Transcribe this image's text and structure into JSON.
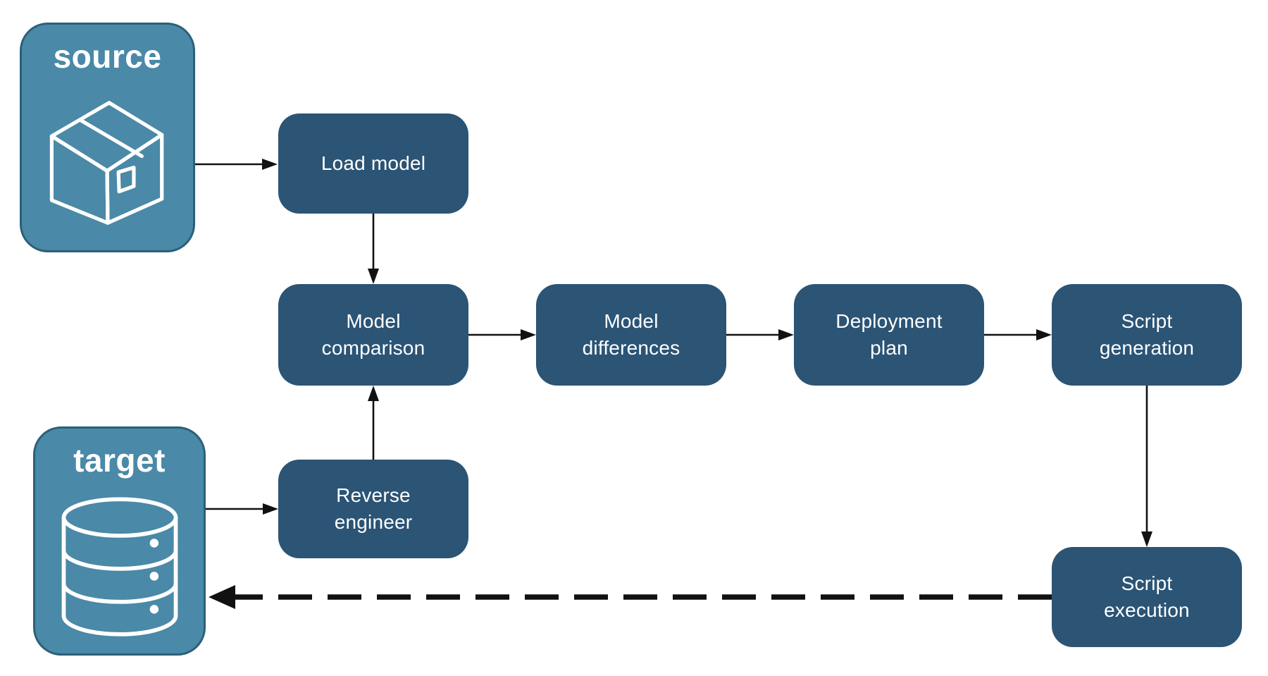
{
  "diagram": {
    "endpoints": [
      {
        "id": "source",
        "label": "source",
        "icon": "package-box-icon"
      },
      {
        "id": "target",
        "label": "target",
        "icon": "database-icon"
      }
    ],
    "nodes": [
      {
        "id": "load-model",
        "label": "Load model"
      },
      {
        "id": "model-comparison",
        "label": "Model comparison"
      },
      {
        "id": "model-differences",
        "label": "Model differences"
      },
      {
        "id": "deployment-plan",
        "label": "Deployment plan"
      },
      {
        "id": "script-generation",
        "label": "Script generation"
      },
      {
        "id": "reverse-engineer",
        "label": "Reverse engineer"
      },
      {
        "id": "script-execution",
        "label": "Script execution"
      }
    ],
    "edges": [
      {
        "from": "source",
        "to": "load-model",
        "style": "solid"
      },
      {
        "from": "load-model",
        "to": "model-comparison",
        "style": "solid"
      },
      {
        "from": "target",
        "to": "reverse-engineer",
        "style": "solid"
      },
      {
        "from": "reverse-engineer",
        "to": "model-comparison",
        "style": "solid"
      },
      {
        "from": "model-comparison",
        "to": "model-differences",
        "style": "solid"
      },
      {
        "from": "model-differences",
        "to": "deployment-plan",
        "style": "solid"
      },
      {
        "from": "deployment-plan",
        "to": "script-generation",
        "style": "solid"
      },
      {
        "from": "script-generation",
        "to": "script-execution",
        "style": "solid"
      },
      {
        "from": "script-execution",
        "to": "target",
        "style": "dashed"
      }
    ],
    "colors": {
      "endpoint_fill": "#4A89A7",
      "endpoint_border": "#2B6077",
      "node_fill": "#2B5475",
      "label_text": "#FFFFFF",
      "arrow": "#111111",
      "background": "#FFFFFF"
    }
  }
}
